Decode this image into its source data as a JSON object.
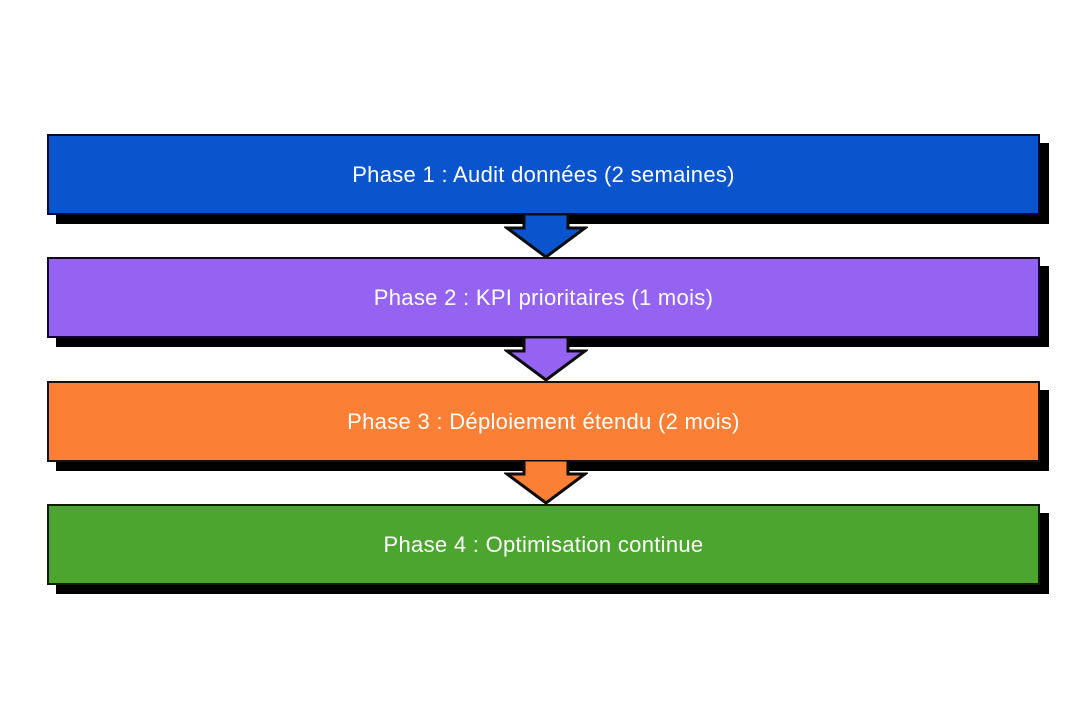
{
  "slide": {
    "background": "#FFFFFF"
  },
  "diagram": {
    "type": "process-flow",
    "direction": "top-down",
    "text_color": "#FFFFFF",
    "shadow_color": "#000000",
    "arrow_outline": "#0D0D0D",
    "phases": [
      {
        "id": 1,
        "label": "Phase 1 : Audit données (2 semaines)",
        "fill": "#0A55CD",
        "border": "#0A0A33"
      },
      {
        "id": 2,
        "label": "Phase 2 : KPI prioritaires (1 mois)",
        "fill": "#9563F2",
        "border": "#100533"
      },
      {
        "id": 3,
        "label": "Phase 3 : Déploiement étendu (2 mois)",
        "fill": "#FB7F35",
        "border": "#1C1006"
      },
      {
        "id": 4,
        "label": "Phase 4 : Optimisation continue",
        "fill": "#4CA52E",
        "border": "#0E1C06"
      }
    ],
    "connectors": [
      {
        "from": 1,
        "to": 2,
        "fill": "#0A55CD"
      },
      {
        "from": 2,
        "to": 3,
        "fill": "#9563F2"
      },
      {
        "from": 3,
        "to": 4,
        "fill": "#FB7F35"
      }
    ]
  }
}
